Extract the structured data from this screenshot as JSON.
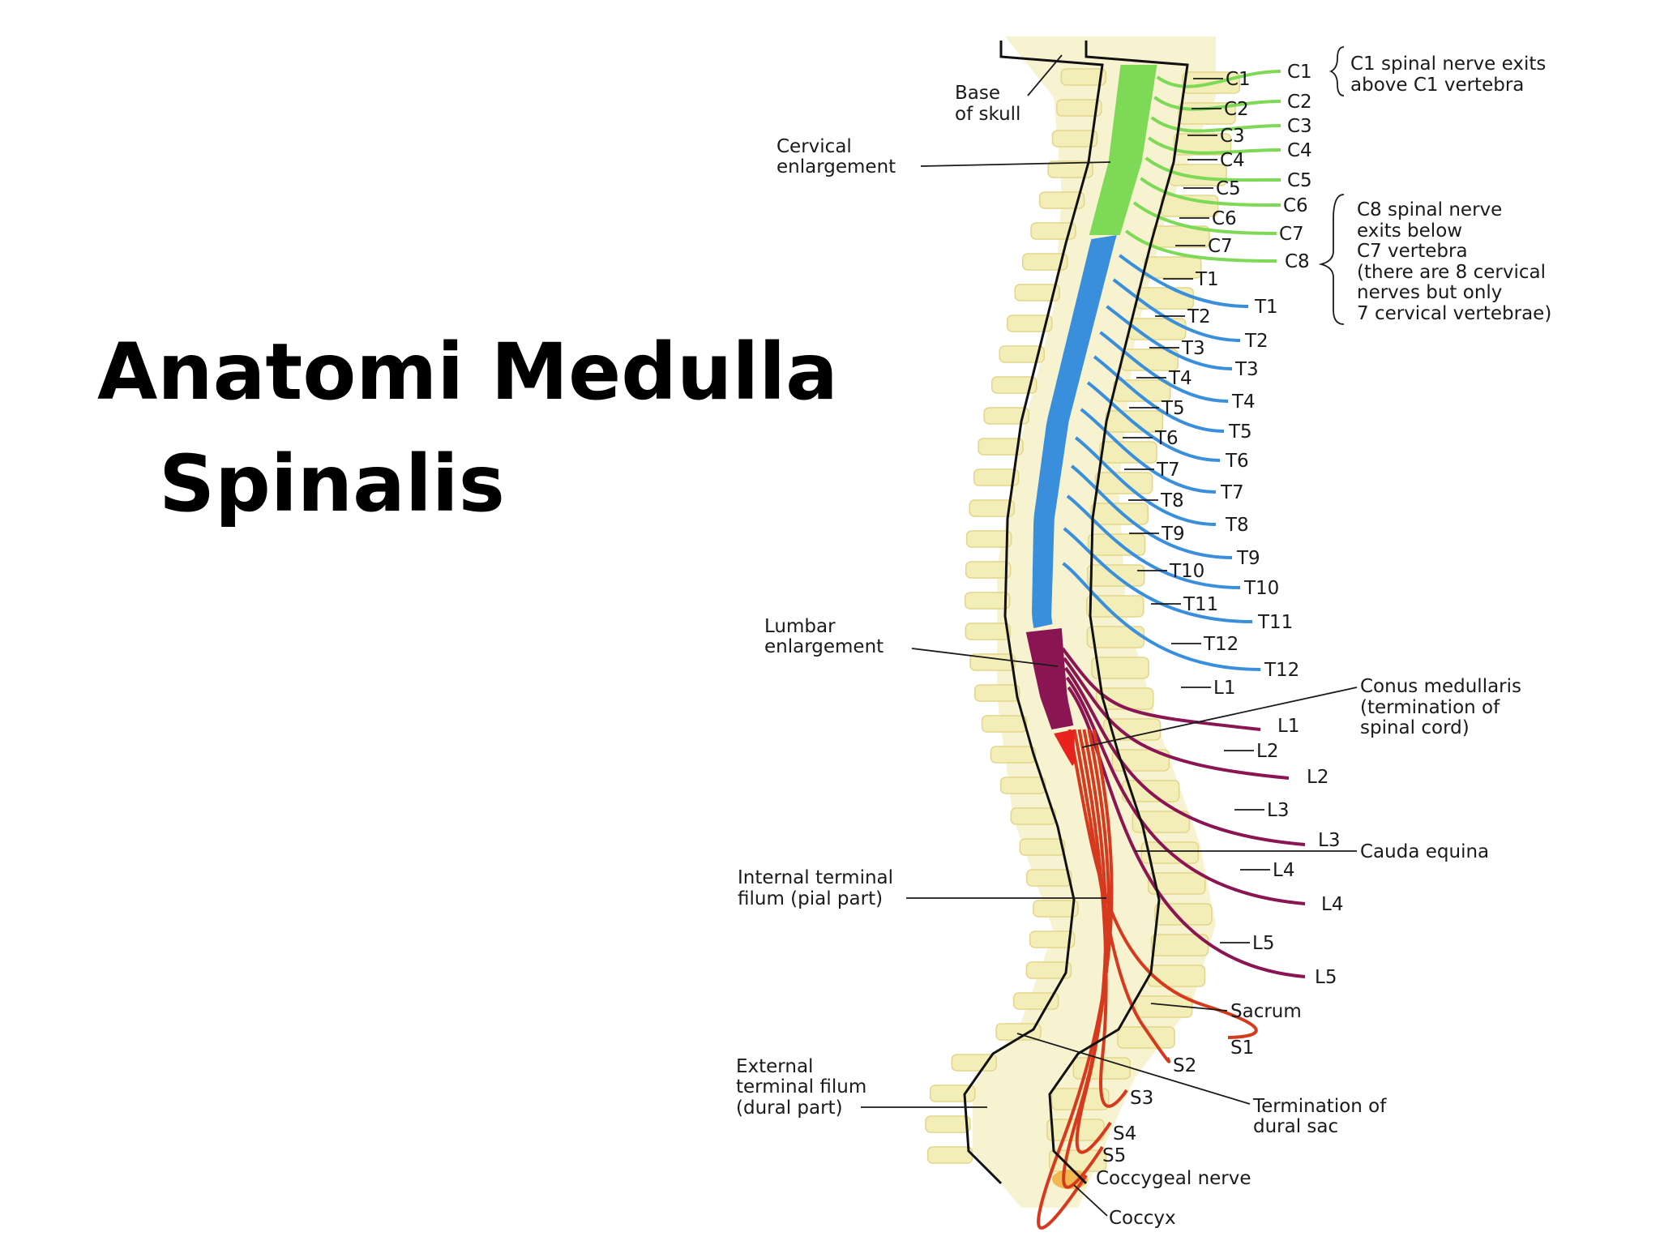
{
  "title": {
    "line1": "Anatomi Medulla",
    "line2": "Spinalis"
  },
  "colors": {
    "cervical": "#7ED957",
    "thoracic": "#3A8FDC",
    "lumbar": "#8B1553",
    "conus": "#E8231F",
    "sacral": "#D63A1E",
    "bone": "#F3EDB8",
    "bone_edge": "#E2D68A"
  },
  "callouts": {
    "c1_exits_line1": "C1 spinal nerve exits",
    "c1_exits_line2": "above C1 vertebra",
    "c8_line1": "C8 spinal nerve",
    "c8_line2": "exits below",
    "c8_line3": "C7 vertebra",
    "c8_line4": "(there are 8 cervical",
    "c8_line5": "nerves but only",
    "c8_line6": "7 cervical vertebrae)"
  },
  "anatomy": {
    "base_of_skull_1": "Base",
    "base_of_skull_2": "of skull",
    "cervical_enl_1": "Cervical",
    "cervical_enl_2": "enlargement",
    "lumbar_enl_1": "Lumbar",
    "lumbar_enl_2": "enlargement",
    "internal_filum_1": "Internal terminal",
    "internal_filum_2": "filum (pial part)",
    "external_filum_1": "External",
    "external_filum_2": "terminal filum",
    "external_filum_3": "(dural part)",
    "conus_1": "Conus medullaris",
    "conus_2": "(termination of",
    "conus_3": "spinal cord)",
    "cauda_equina": "Cauda equina",
    "sacrum": "Sacrum",
    "dural_sac_1": "Termination of",
    "dural_sac_2": "dural sac",
    "coccygeal_nerve": "Coccygeal nerve",
    "coccyx": "Coccyx"
  },
  "vertebrae": [
    "C1",
    "C2",
    "C3",
    "C4",
    "C5",
    "C6",
    "C7",
    "T1",
    "T2",
    "T3",
    "T4",
    "T5",
    "T6",
    "T7",
    "T8",
    "T9",
    "T10",
    "T11",
    "T12",
    "L1",
    "L2",
    "L3",
    "L4",
    "L5"
  ],
  "nerves": [
    "C1",
    "C2",
    "C3",
    "C4",
    "C5",
    "C6",
    "C7",
    "C8",
    "T1",
    "T2",
    "T3",
    "T4",
    "T5",
    "T6",
    "T7",
    "T8",
    "T9",
    "T10",
    "T11",
    "T12",
    "L1",
    "L2",
    "L3",
    "L4",
    "L5",
    "S1",
    "S2",
    "S3",
    "S4",
    "S5"
  ]
}
